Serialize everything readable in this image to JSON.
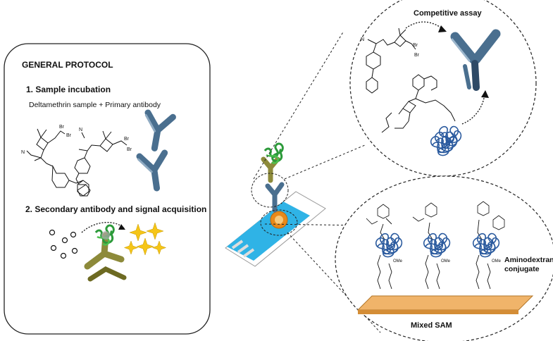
{
  "protocol": {
    "title": "GENERAL PROTOCOL",
    "step1": "1. Sample incubation",
    "step1_desc": "Deltamethrin sample + Primary antibody",
    "step2": "2. Secondary antibody and signal acquisition"
  },
  "top_circle": {
    "title": "Competitive assay"
  },
  "bottom_circle": {
    "substrate_label": "Mixed SAM",
    "conjugate_label_line1": "Aminodextran",
    "conjugate_label_line2": "conjugate"
  },
  "chem": {
    "br": "Br",
    "n": "N",
    "ome": "OMe"
  },
  "colors": {
    "antibody_blue": "#4a6f8f",
    "antibody_olive": "#8d8a3a",
    "protein_green": "#2c9a3a",
    "dextran_blue": "#2a5a9e",
    "strip_blue": "#2fb3e6",
    "electrode_orange": "#e8891a",
    "sam_orange": "#f0b46a",
    "star_yellow": "#f5c518"
  }
}
